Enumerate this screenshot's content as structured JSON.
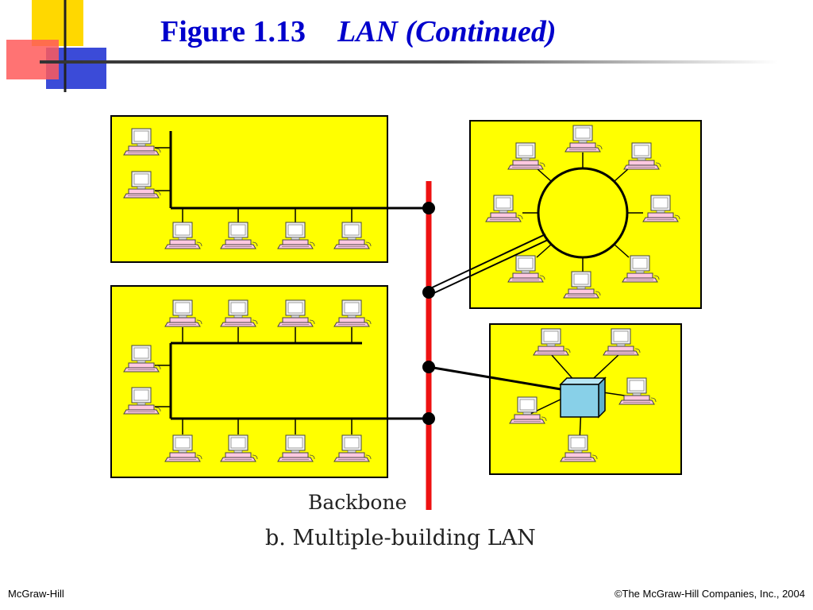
{
  "title": {
    "figure_number": "Figure 1.13",
    "figure_name": "LAN (Continued)"
  },
  "diagram": {
    "backbone_label": "Backbone",
    "caption": "b. Multiple-building LAN",
    "colors": {
      "building": "#ffff00",
      "backbone": "#ee1111",
      "switch": "#88d0e8",
      "computer": "#ffc8e0",
      "title": "#0000cc"
    }
  },
  "footer": {
    "publisher": "McGraw-Hill",
    "copyright": "©The McGraw-Hill Companies, Inc., 2004"
  }
}
